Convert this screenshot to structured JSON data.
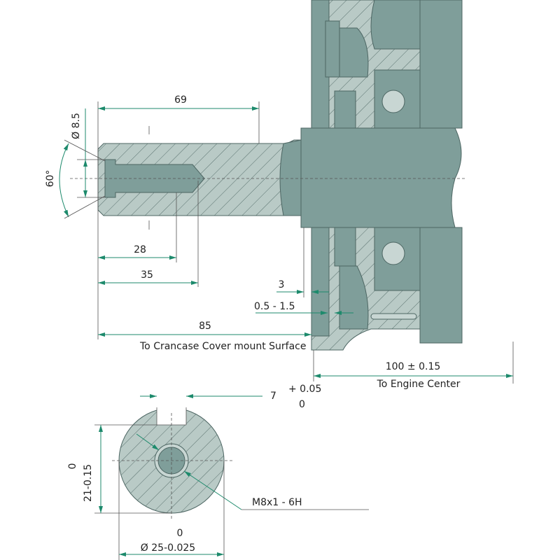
{
  "dimensions": {
    "thread_dia": "Ø 8.5",
    "chamfer_angle": "60°",
    "length_69": "69",
    "length_28": "28",
    "length_35": "35",
    "length_85": "85",
    "crankcase_note": "To Crancase Cover mount Surface",
    "gap_3": "3",
    "gap_range": "0.5 - 1.5",
    "engine_center_dim": "100 ± 0.15",
    "engine_center_note": "To Engine Center",
    "key_width": "7",
    "key_tol_upper": "+ 0.05",
    "key_tol_lower": "0",
    "height_tol_upper": "0",
    "height_dim": "21-0.15",
    "thread_spec": "M8x1 - 6H",
    "shaft_dia_tol_upper": "0",
    "shaft_dia": "Ø 25-0.025"
  },
  "colors": {
    "dimension": "#1d8a6c",
    "part": "#7f9e9a",
    "section": "#b9cac6"
  }
}
